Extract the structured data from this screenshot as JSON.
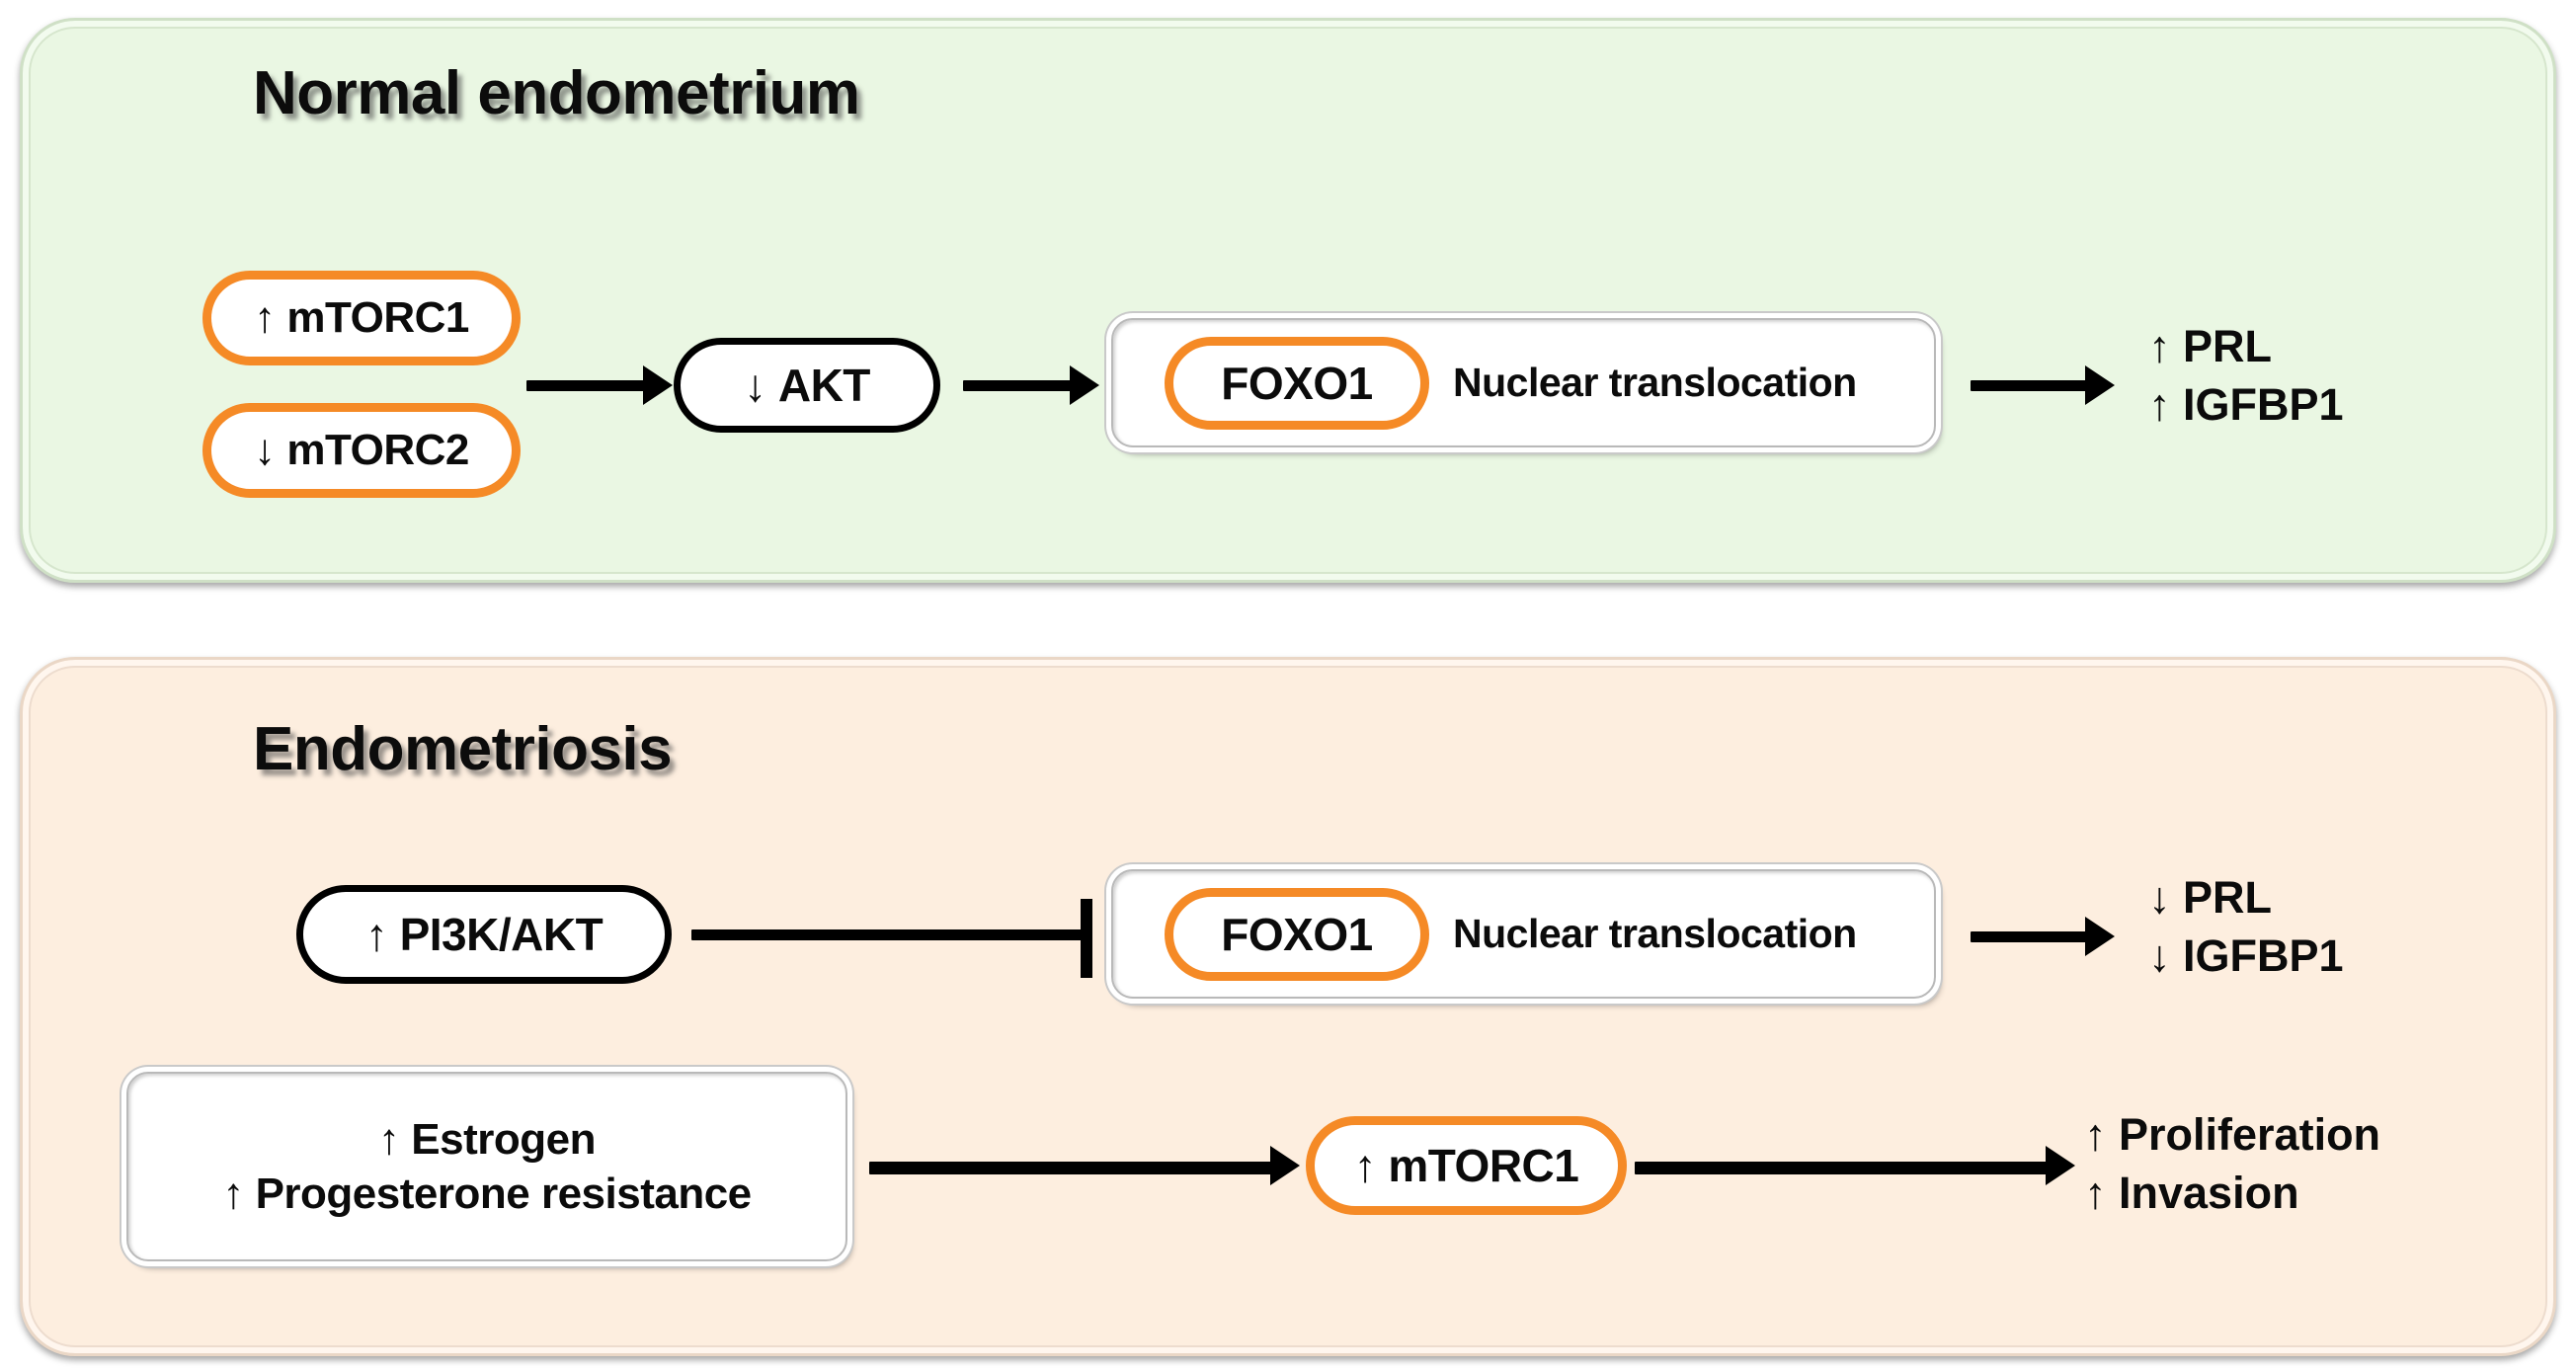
{
  "figure": {
    "kind": "signalling-pathway-diagram",
    "panels": [
      {
        "id": "normal",
        "title": "Normal endometrium",
        "background_color": "#eaf7e3",
        "nodes": {
          "mtorc1": {
            "arrow": "↑",
            "label": "mTORC1",
            "style": "orange-pill"
          },
          "mtorc2": {
            "arrow": "↓",
            "label": "mTORC2",
            "style": "orange-pill"
          },
          "akt": {
            "arrow": "↓",
            "label": "AKT",
            "style": "black-pill"
          },
          "foxo1": {
            "label": "FOXO1",
            "style": "orange-pill"
          },
          "translocation": {
            "label": "Nuclear translocation",
            "style": "bevel-box-text"
          }
        },
        "outcomes": [
          {
            "arrow": "↑",
            "label": "PRL"
          },
          {
            "arrow": "↑",
            "label": "IGFBP1"
          }
        ],
        "edges": [
          {
            "from": "mtorc1/mtorc2",
            "to": "akt",
            "type": "activation-arrow"
          },
          {
            "from": "akt",
            "to": "foxo1-box",
            "type": "activation-arrow"
          },
          {
            "from": "foxo1-box",
            "to": "outcomes",
            "type": "activation-arrow"
          }
        ]
      },
      {
        "id": "endometriosis",
        "title": "Endometriosis",
        "background_color": "#fdeedf",
        "nodes": {
          "pi3k_akt": {
            "arrow": "↑",
            "label": "PI3K/AKT",
            "style": "black-pill"
          },
          "foxo1": {
            "label": "FOXO1",
            "style": "orange-pill"
          },
          "translocation": {
            "label": "Nuclear translocation",
            "style": "bevel-box-text"
          },
          "estrogen_box": {
            "style": "bevel-box-text",
            "lines": [
              {
                "arrow": "↑",
                "label": "Estrogen"
              },
              {
                "arrow": "↑",
                "label": "Progesterone resistance"
              }
            ]
          },
          "mtorc1": {
            "arrow": "↑",
            "label": "mTORC1",
            "style": "orange-pill"
          }
        },
        "outcomes_top": [
          {
            "arrow": "↓",
            "label": "PRL"
          },
          {
            "arrow": "↓",
            "label": "IGFBP1"
          }
        ],
        "outcomes_bottom": [
          {
            "arrow": "↑",
            "label": "Proliferation"
          },
          {
            "arrow": "↑",
            "label": "Invasion"
          }
        ],
        "edges": [
          {
            "from": "pi3k_akt",
            "to": "foxo1-box",
            "type": "inhibition-tbar"
          },
          {
            "from": "foxo1-box",
            "to": "outcomes_top",
            "type": "activation-arrow"
          },
          {
            "from": "estrogen_box",
            "to": "mtorc1",
            "type": "activation-arrow"
          },
          {
            "from": "mtorc1",
            "to": "outcomes_bottom",
            "type": "activation-arrow"
          }
        ]
      }
    ],
    "colors": {
      "orange_accent": "#f58a26",
      "normal_panel_bg": "#eaf7e3",
      "endo_panel_bg": "#fdeedf",
      "connector": "#000000",
      "text": "#0b0b0b"
    }
  }
}
